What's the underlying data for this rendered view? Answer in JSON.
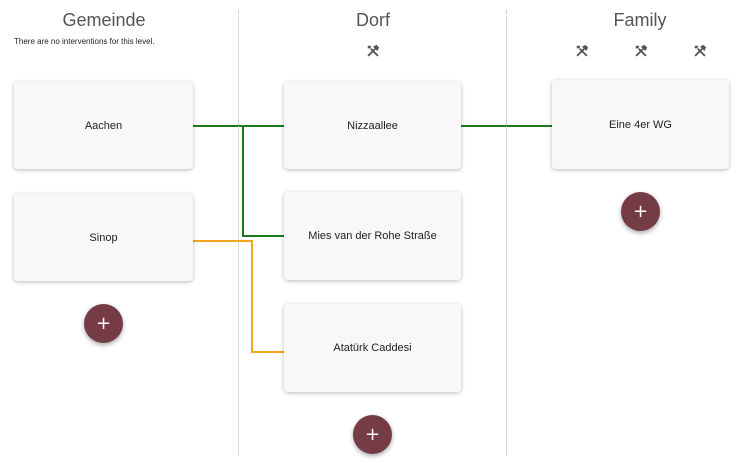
{
  "columns": [
    {
      "title": "Gemeinde",
      "note": "There are no interventions for this level.",
      "cards": [
        "Aachen",
        "Sinop"
      ],
      "add_label": "+"
    },
    {
      "title": "Dorf",
      "tool_icons": [
        "tools-icon"
      ],
      "cards": [
        "Nizzaallee",
        "Mies van der Rohe Straße",
        "Atatürk Caddesi"
      ],
      "add_label": "+"
    },
    {
      "title": "Family",
      "tool_icons": [
        "tools-icon",
        "tools-icon",
        "tools-icon"
      ],
      "cards": [
        "Eine 4er WG"
      ],
      "add_label": "+"
    }
  ],
  "colors": {
    "add_button": "#753c45",
    "connector_green": "#1a7a1a",
    "connector_orange": "#f2a81d",
    "card_bg": "#f8f8f8"
  }
}
